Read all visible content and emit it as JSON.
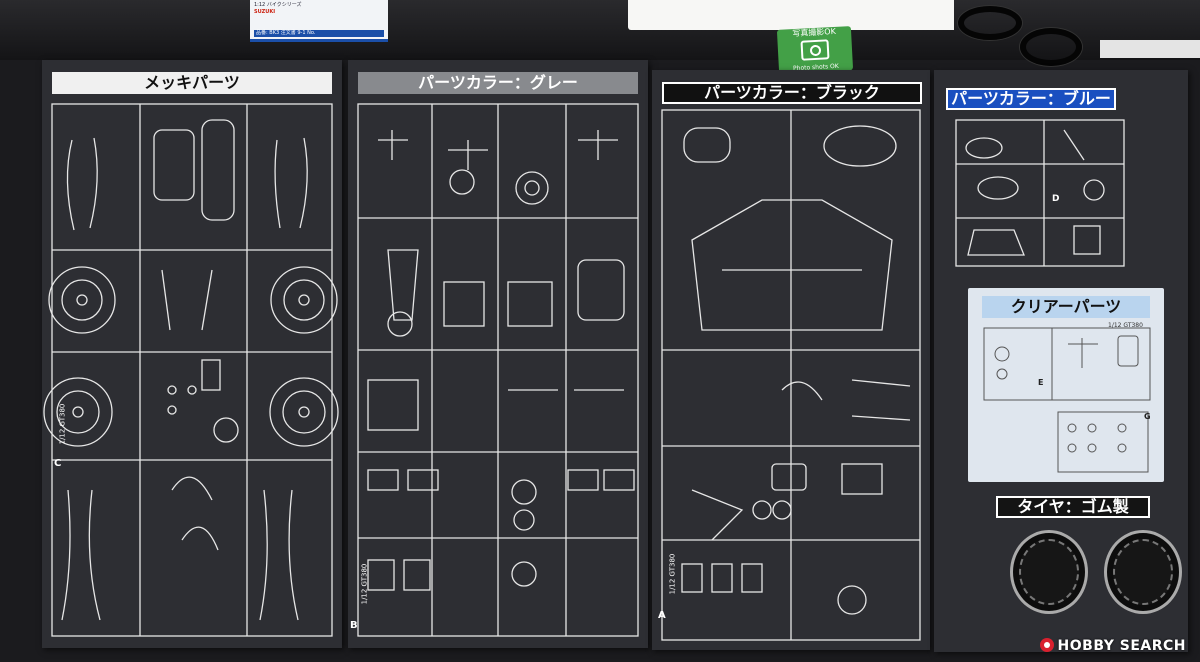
{
  "display_card": {
    "small_text": "1:12 バイクシリーズ",
    "brand": "SUZUKI",
    "line_info": "品番: BK3  注文書 9-1 No."
  },
  "photo_sign": {
    "title": "写真撮影OK",
    "subtitle": "Photo shots OK"
  },
  "boards": {
    "plated": {
      "label": "メッキパーツ",
      "sprue_letter": "C",
      "sprue_code": "1/12 GT380"
    },
    "grey": {
      "label": "パーツカラー：グレー",
      "sprue_letter": "B",
      "sprue_code": "1/12 GT380"
    },
    "black": {
      "label": "パーツカラー：ブラック",
      "sprue_letter": "A",
      "sprue_code": "1/12 GT380"
    },
    "blue": {
      "label": "パーツカラー：ブルー",
      "sprue_letter": "D"
    },
    "clear": {
      "label": "クリアーパーツ",
      "sprue_letter": "E",
      "sprue_letter_2": "G",
      "sprue_code": "1/12 GT380"
    },
    "tire": {
      "label": "タイヤ：ゴム製"
    }
  },
  "watermark": {
    "text": "HOBBY SEARCH"
  },
  "colors": {
    "board": "#2d2e33",
    "line": "#e6e6e6",
    "blue_label": "#1a4fc0",
    "clear_label": "#b9d4ee",
    "photo_sign": "#43a047"
  }
}
